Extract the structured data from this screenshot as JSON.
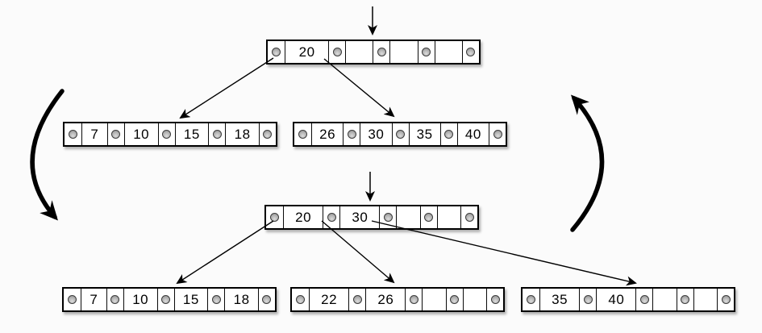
{
  "diagram": {
    "type": "btree-insert-split",
    "colors": {
      "background": "#fbfbfb",
      "node_fill": "#ffffff",
      "node_border": "#000000",
      "pointer_dot": "#b2b2b2",
      "arrow": "#000000"
    },
    "before": {
      "root": {
        "keys": [
          "20",
          "",
          "",
          ""
        ]
      },
      "children": [
        {
          "keys": [
            "7",
            "10",
            "15",
            "18"
          ]
        },
        {
          "keys": [
            "26",
            "30",
            "35",
            "40"
          ]
        }
      ],
      "edges": [
        {
          "from": "root.pointer0",
          "to": "child0"
        },
        {
          "from": "root.pointer1",
          "to": "child1"
        }
      ],
      "insertion_cursor": {
        "points_at": "root.pointer2"
      }
    },
    "after": {
      "root": {
        "keys": [
          "20",
          "30",
          "",
          ""
        ]
      },
      "children": [
        {
          "keys": [
            "7",
            "10",
            "15",
            "18"
          ]
        },
        {
          "keys": [
            "22",
            "26",
            "",
            ""
          ]
        },
        {
          "keys": [
            "35",
            "40",
            "",
            ""
          ]
        }
      ],
      "edges": [
        {
          "from": "root.pointer0",
          "to": "child0"
        },
        {
          "from": "root.pointer1",
          "to": "child1"
        },
        {
          "from": "root.pointer2",
          "to": "child2"
        }
      ],
      "insertion_cursor": {
        "points_at": "root.pointer2"
      }
    },
    "cycle_arrows": [
      {
        "side": "left",
        "direction": "down"
      },
      {
        "side": "right",
        "direction": "up"
      }
    ]
  }
}
